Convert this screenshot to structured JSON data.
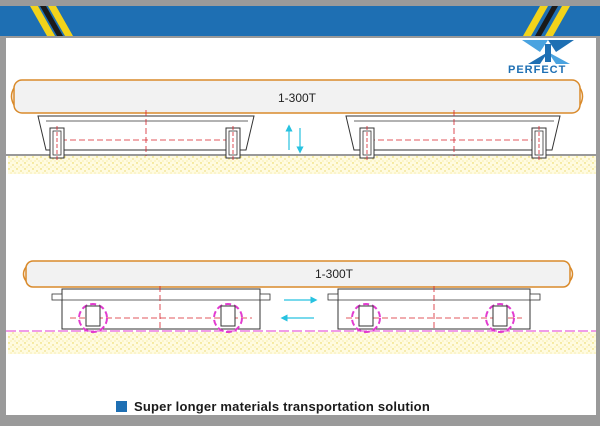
{
  "brand": {
    "name": "PERFECT"
  },
  "diagram": {
    "top_beam_label": "1-300T",
    "bottom_beam_label": "1-300T"
  },
  "caption": {
    "text": "Super longer materials transportation solution"
  },
  "colors": {
    "header_blue": "#1e6fb3",
    "frame_gray": "#9a9a9a",
    "beam_fill": "#f2f2f2",
    "beam_stroke": "#d98a2b",
    "ground_dots": "#e8d24a",
    "centerline_red": "#d6202a",
    "wheel_magenta": "#e23bd0",
    "arrow_cyan": "#27c2e0"
  }
}
